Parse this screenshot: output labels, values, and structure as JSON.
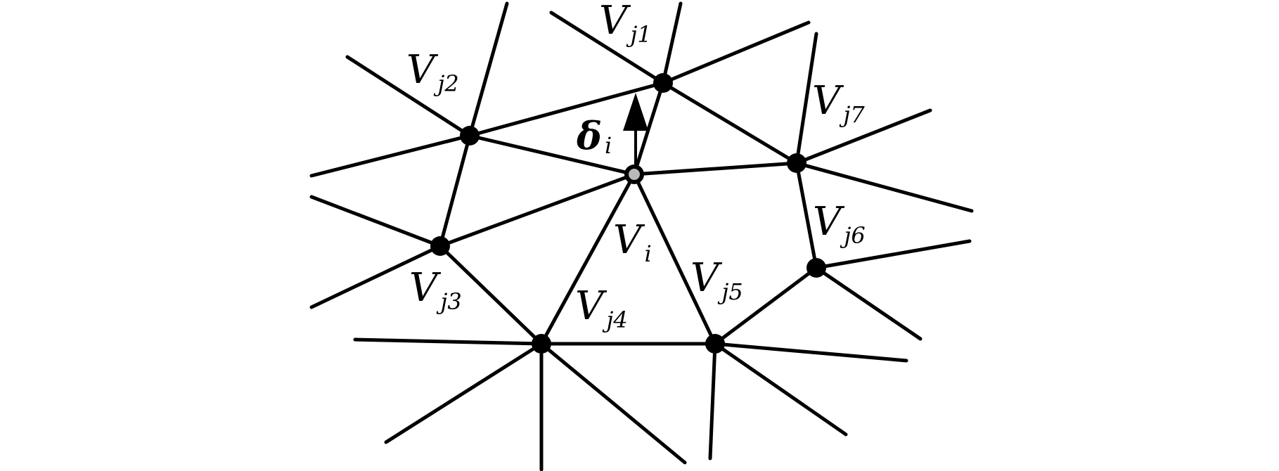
{
  "diagram": {
    "center_vertex": {
      "main": "V",
      "sub": "i"
    },
    "displacement": {
      "main": "δ",
      "sub": "i"
    },
    "neighbors": [
      {
        "main": "V",
        "sub": "j1"
      },
      {
        "main": "V",
        "sub": "j2"
      },
      {
        "main": "V",
        "sub": "j3"
      },
      {
        "main": "V",
        "sub": "j4"
      },
      {
        "main": "V",
        "sub": "j5"
      },
      {
        "main": "V",
        "sub": "j6"
      },
      {
        "main": "V",
        "sub": "j7"
      }
    ]
  }
}
